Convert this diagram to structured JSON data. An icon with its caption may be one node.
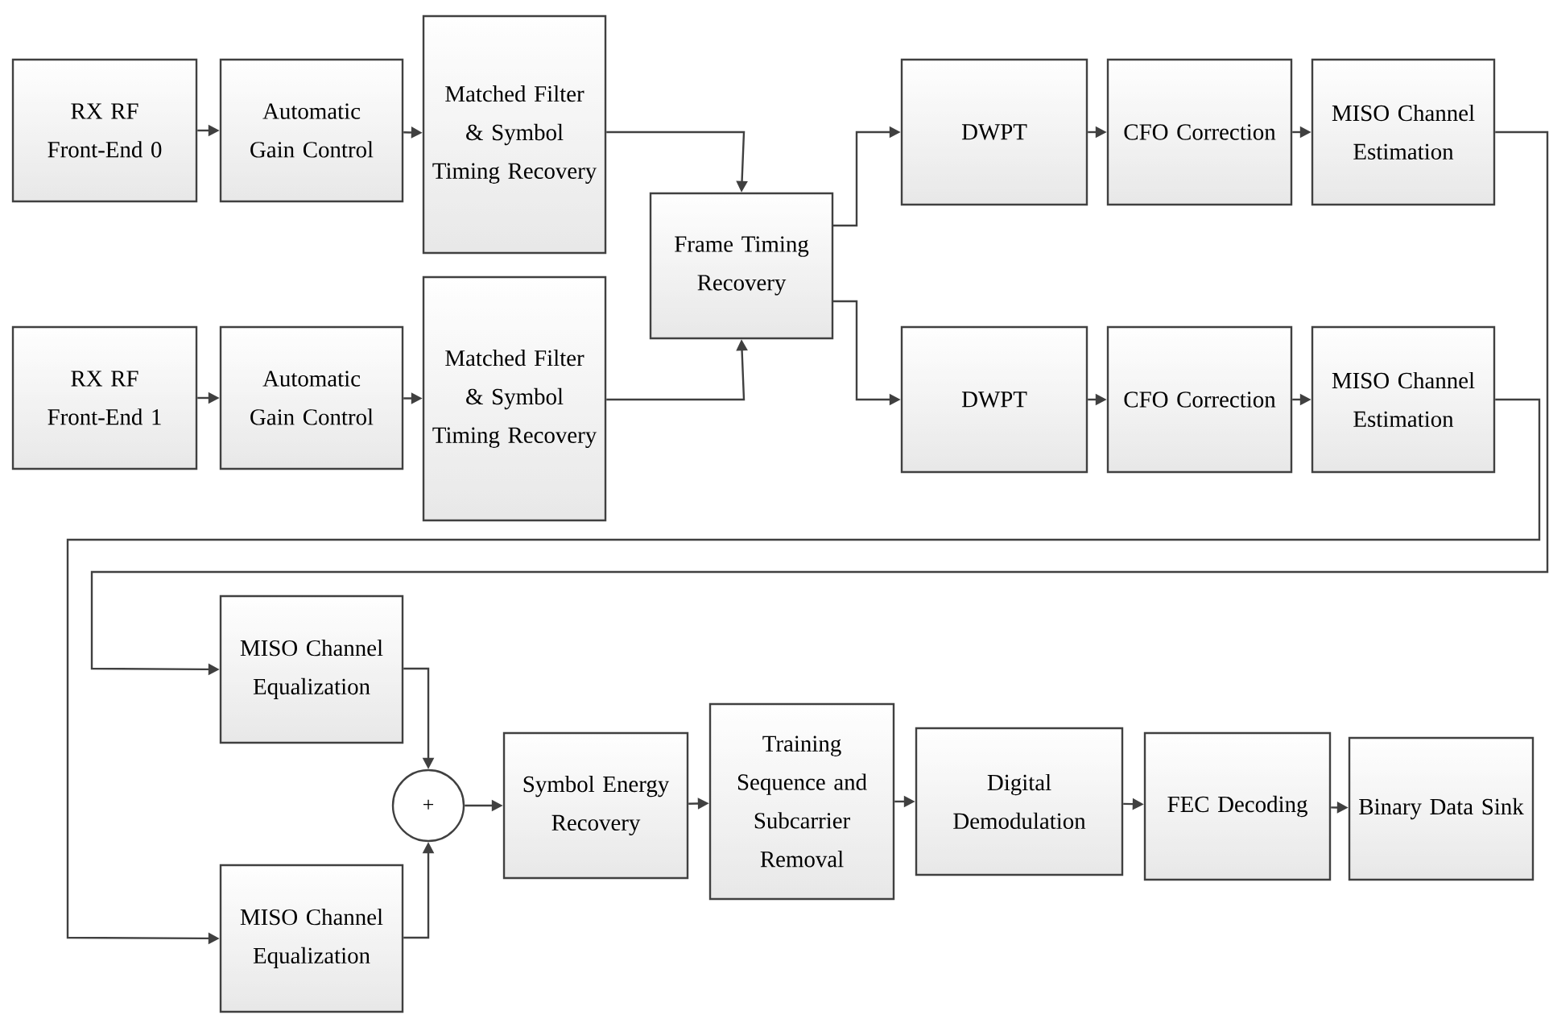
{
  "diagram": {
    "nodes": [
      {
        "text": [
          "RX RF Front-End 0"
        ]
      },
      {
        "text": [
          "Automatic Gain Control"
        ]
      },
      {
        "text": [
          "Matched Filter & Symbol Timing Recovery"
        ]
      },
      {
        "text": [
          "RX RF Front-End 1"
        ]
      },
      {
        "text": [
          "Automatic Gain Control"
        ]
      },
      {
        "text": [
          "Matched Filter & Symbol Timing Recovery"
        ]
      },
      {
        "text": [
          "Frame Timing Recovery"
        ]
      },
      {
        "text": [
          "DWPT"
        ]
      },
      {
        "text": [
          "CFO Correction"
        ]
      },
      {
        "text": [
          "MISO Channel Estimation"
        ]
      },
      {
        "text": [
          "DWPT"
        ]
      },
      {
        "text": [
          "CFO Correction"
        ]
      },
      {
        "text": [
          "MISO Channel Estimation"
        ]
      },
      {
        "text": [
          "MISO Channel Equalization"
        ]
      },
      {
        "text": [
          "MISO Channel Equalization"
        ]
      },
      {
        "text": [
          "+"
        ]
      },
      {
        "text": [
          "Symbol Energy Recovery"
        ]
      },
      {
        "text": [
          "Training Sequence and Subcarrier Removal"
        ]
      },
      {
        "text": [
          "Digital Demodulation"
        ]
      },
      {
        "text": [
          "FEC Decoding"
        ]
      },
      {
        "text": [
          "Binary Data Sink"
        ]
      }
    ],
    "edges": [
      {
        "from": 0,
        "to": 1,
        "arrow": "to"
      },
      {
        "from": 1,
        "to": 2,
        "arrow": "to"
      },
      {
        "from": 3,
        "to": 4,
        "arrow": "to"
      },
      {
        "from": 4,
        "to": 5,
        "arrow": "to"
      },
      {
        "from": 2,
        "to": 6,
        "arrow": "to"
      },
      {
        "from": 5,
        "to": 6,
        "arrow": "to"
      },
      {
        "from": 6,
        "to": 7,
        "arrow": "to"
      },
      {
        "from": 6,
        "to": 10,
        "arrow": "to"
      },
      {
        "from": 7,
        "to": 8,
        "arrow": "to"
      },
      {
        "from": 8,
        "to": 9,
        "arrow": "to"
      },
      {
        "from": 10,
        "to": 11,
        "arrow": "to"
      },
      {
        "from": 11,
        "to": 12,
        "arrow": "to"
      },
      {
        "from": 9,
        "to": 13,
        "arrow": "to"
      },
      {
        "from": 12,
        "to": 14,
        "arrow": "to"
      },
      {
        "from": 13,
        "to": 15,
        "arrow": "to"
      },
      {
        "from": 14,
        "to": 15,
        "arrow": "to"
      },
      {
        "from": 15,
        "to": 16,
        "arrow": "to"
      },
      {
        "from": 16,
        "to": 17,
        "arrow": "to"
      },
      {
        "from": 17,
        "to": 18,
        "arrow": "to"
      },
      {
        "from": 18,
        "to": 19,
        "arrow": "to"
      },
      {
        "from": 19,
        "to": 20,
        "arrow": "to"
      }
    ]
  }
}
